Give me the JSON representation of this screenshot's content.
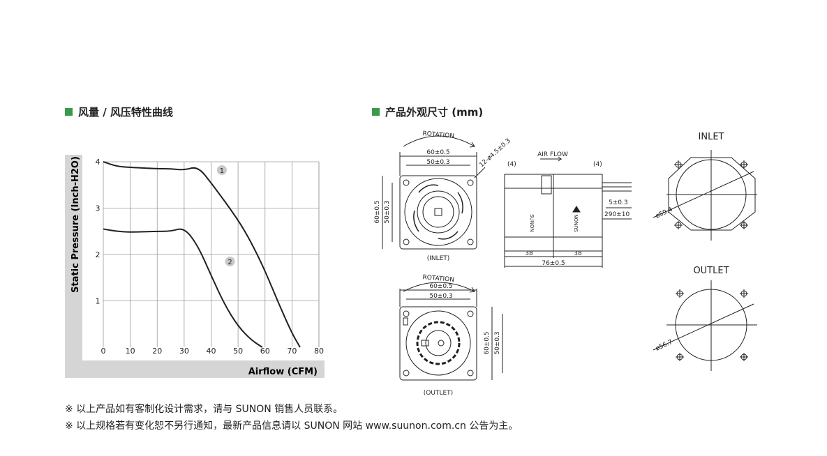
{
  "sections": {
    "curve_title": "风量 / 风压特性曲线",
    "dimension_title": "产品外观尺寸 (mm)"
  },
  "chart_data": {
    "type": "line",
    "xlabel": "Airflow (CFM)",
    "ylabel": "Static Pressure (Inch-H2O)",
    "xlim": [
      0,
      80
    ],
    "ylim": [
      0,
      4
    ],
    "x_ticks": [
      "0",
      "10",
      "20",
      "30",
      "40",
      "50",
      "60",
      "70",
      "80"
    ],
    "y_ticks": [
      "1",
      "2",
      "3",
      "4"
    ],
    "grid": true,
    "series": [
      {
        "name": "1",
        "x": [
          0,
          5,
          10,
          20,
          25,
          30,
          35,
          40,
          50,
          55,
          60,
          65,
          70,
          73
        ],
        "y": [
          4.0,
          3.9,
          3.88,
          3.85,
          3.85,
          3.82,
          3.9,
          3.55,
          2.75,
          2.25,
          1.65,
          0.95,
          0.3,
          0.0
        ]
      },
      {
        "name": "2",
        "x": [
          0,
          5,
          10,
          20,
          25,
          30,
          35,
          40,
          45,
          50,
          55,
          59
        ],
        "y": [
          2.55,
          2.5,
          2.48,
          2.5,
          2.5,
          2.58,
          2.2,
          1.55,
          0.92,
          0.45,
          0.15,
          0.0
        ]
      }
    ],
    "labels": [
      "1",
      "2"
    ]
  },
  "drawing": {
    "rotation": "ROTATION",
    "air_flow": "AIR FLOW",
    "dim_60": "60±0.5",
    "dim_50": "50±0.3",
    "holes": "12-ø4.5±0.3",
    "paren_4": "(4)",
    "dim_5": "5±0.3",
    "dim_290": "290±10",
    "dim_38": "38",
    "dim_76": "76±0.5",
    "inlet_caption": "(INLET)",
    "outlet_caption": "(OUTLET)",
    "inlet": "INLET",
    "outlet": "OUTLET",
    "dia_inlet": "ø59.4",
    "dia_outlet": "ø56.7",
    "brand": "SUNON"
  },
  "notes": [
    "※ 以上产品如有客制化设计需求，请与 SUNON 销售人员联系。",
    "※ 以上规格若有变化恕不另行通知，最新产品信息请以 SUNON 网站 www.suunon.com.cn 公告为主。"
  ]
}
